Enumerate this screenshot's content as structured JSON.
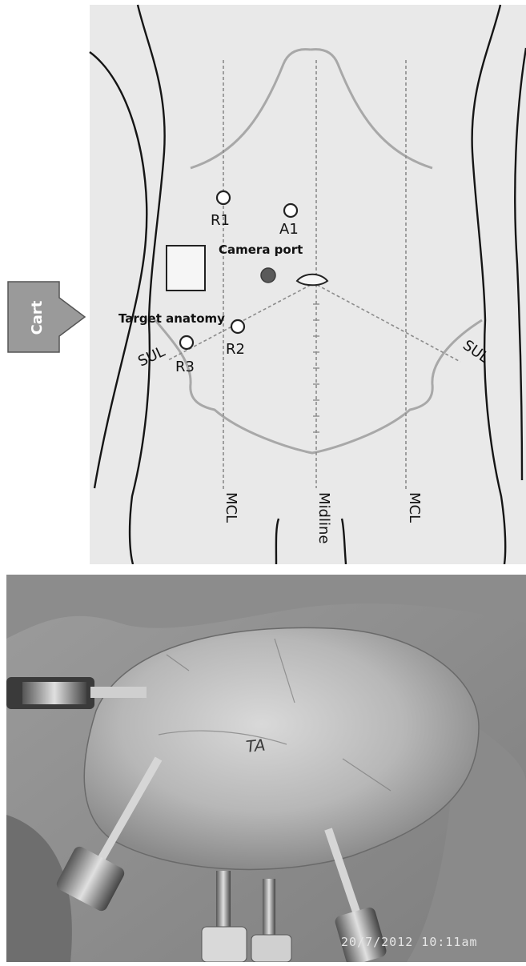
{
  "diagram": {
    "cart_label": "Cart",
    "ports": {
      "r1": "R1",
      "a1": "A1",
      "r2": "R2",
      "r3": "R3",
      "camera": "Camera port"
    },
    "target_label": "Target anatomy",
    "lines": {
      "mcl_left": "MCL",
      "midline": "Midline",
      "mcl_right": "MCL",
      "sul_left": "SUL",
      "sul_right": "SUL"
    },
    "colors": {
      "background": "#e9e9e9",
      "cart_fill": "#9a9a9a",
      "camera_port": "#5a5a5a"
    }
  },
  "photo": {
    "skin_marking": "TA",
    "timestamp": "20/7/2012   10:11am"
  }
}
